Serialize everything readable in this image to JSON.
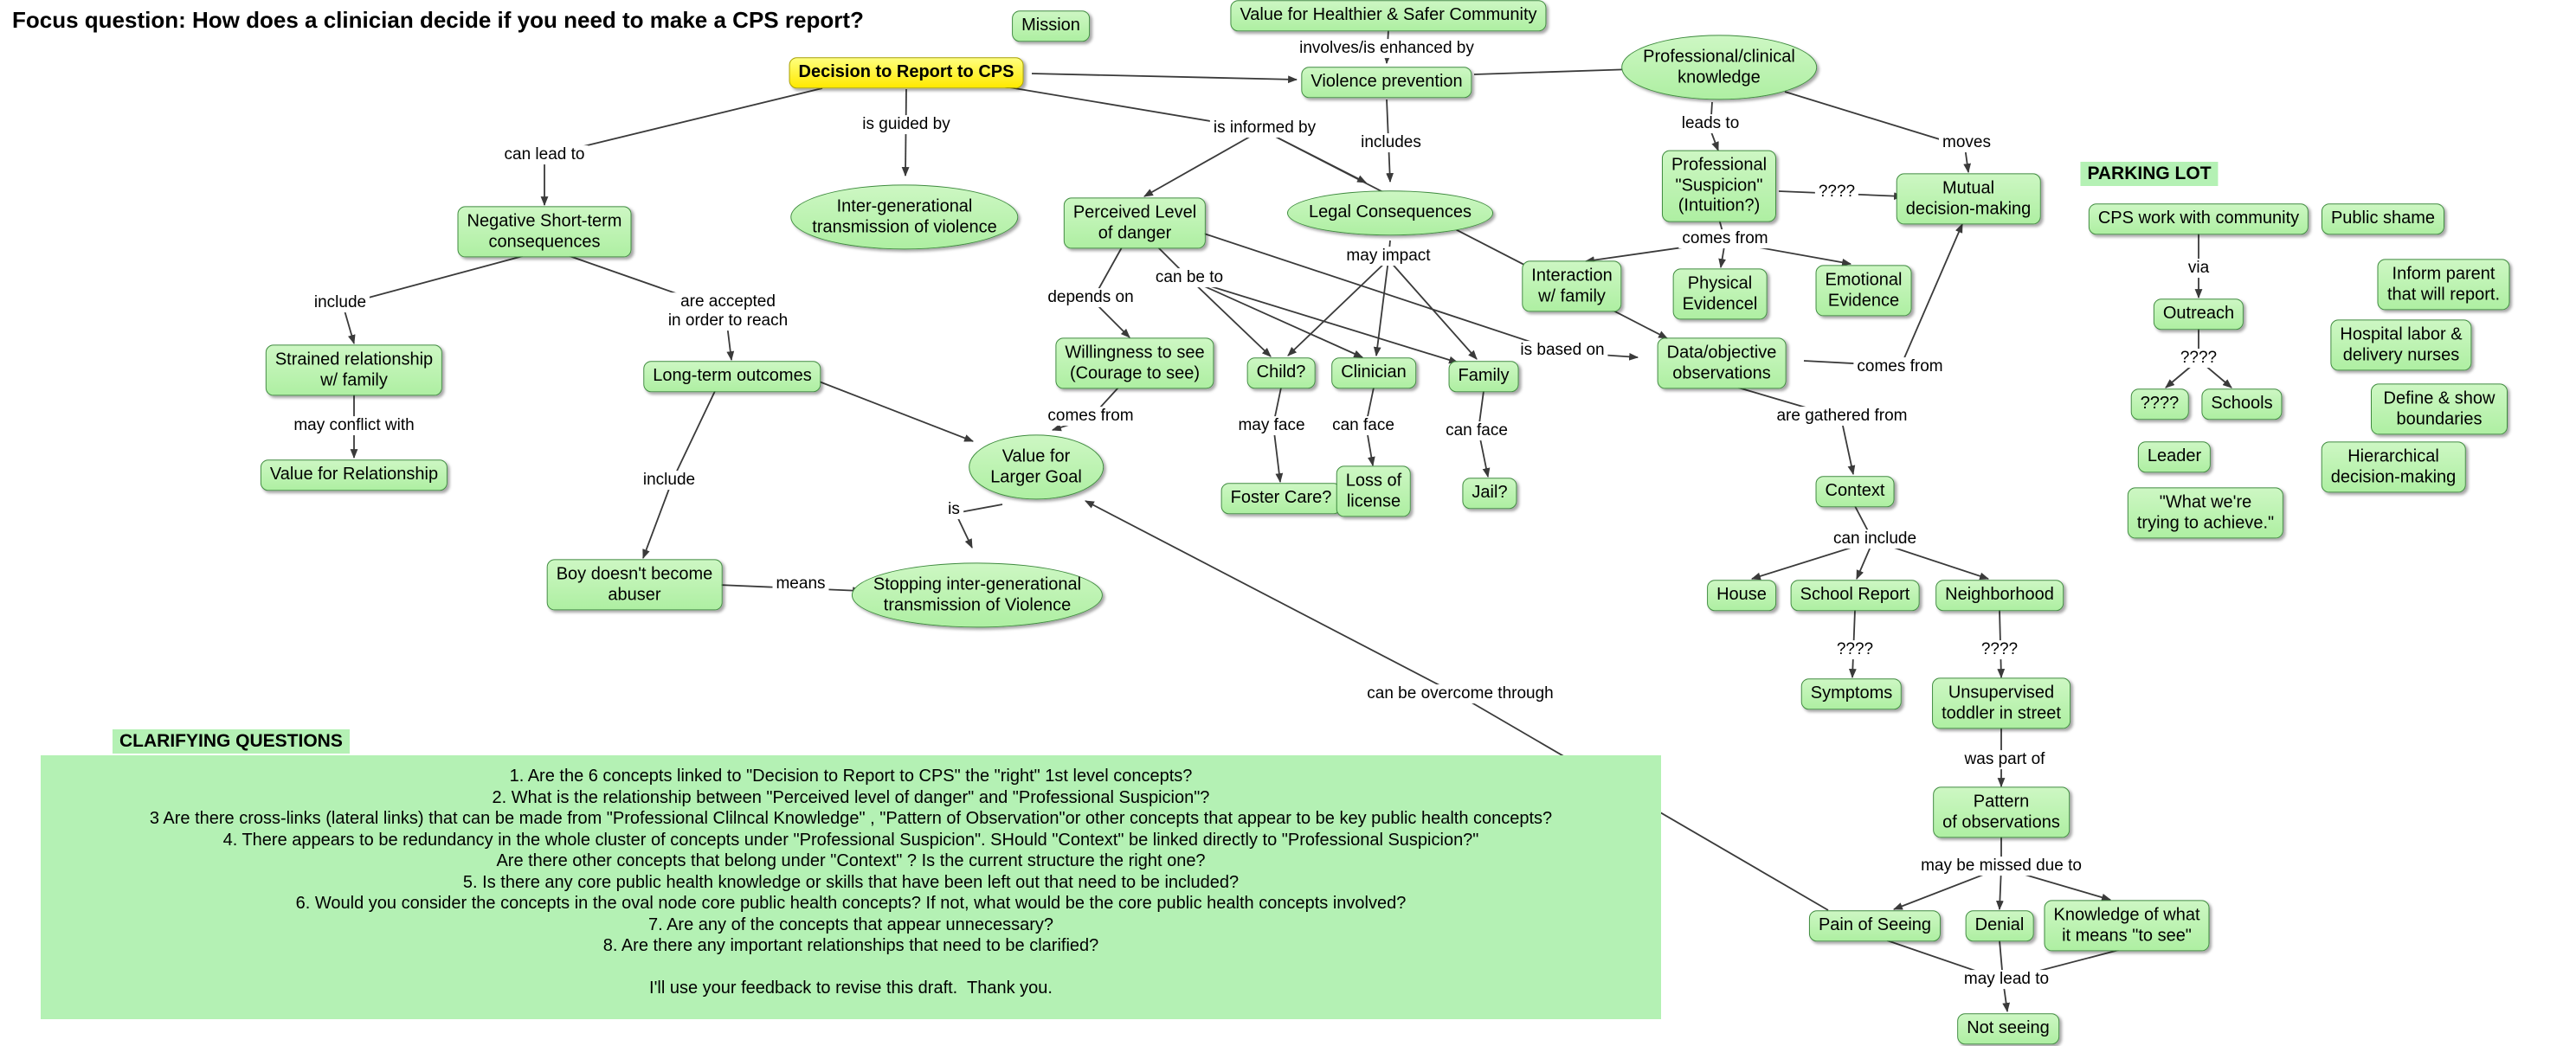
{
  "title": "Focus question: How does a clinician decide if you need to make a CPS report?",
  "headings": {
    "parking_lot": "PARKING LOT",
    "clarifying": "CLARIFYING QUESTIONS"
  },
  "colors": {
    "node_fill": "#aeefa2",
    "node_fill_light": "#cdf7c3",
    "node_border": "#3f8c3f",
    "focus_fill": "#ffe900",
    "focus_fill_light": "#ffff7d",
    "focus_border": "#a8a000",
    "panel": "#b4f1b4",
    "line": "#3a3a3a"
  },
  "nodes": {
    "mission": "Mission",
    "value_healthier": "Value for Healthier & Safer Community",
    "decision": "Decision to Report to CPS",
    "violence_prevention": "Violence prevention",
    "prof_clinical": "Professional/clinical\nknowledge",
    "neg_short_term": "Negative Short-term\nconsequences",
    "inter_gen": "Inter-generational\ntransmission of violence",
    "perceived_level": "Perceived Level\nof danger",
    "legal": "Legal Consequences",
    "prof_suspicion": "Professional\n\"Suspicion\"\n(Intuition?)",
    "mutual": "Mutual\ndecision-making",
    "cps_work": "CPS work with community",
    "public_shame": "Public shame",
    "strained": "Strained relationship\nw/ family",
    "long_term": "Long-term outcomes",
    "willingness": "Willingness to see\n(Courage to see)",
    "child": "Child?",
    "clinician": "Clinician",
    "family": "Family",
    "data_objective": "Data/objective\nobservations",
    "interaction": "Interaction\nw/ family",
    "physical": "Physical\nEvidencel",
    "emotional": "Emotional\nEvidence",
    "value_rel": "Value for Relationship",
    "value_larger": "Value for\nLarger Goal",
    "foster": "Foster Care?",
    "loss_license": "Loss of\nlicense",
    "jail": "Jail?",
    "context": "Context",
    "outreach": "Outreach",
    "inform_parent": "Inform parent that will report.",
    "hospital": "Hospital labor &\ndelivery nurses",
    "pl_unknown": "????",
    "schools": "Schools",
    "define_boundaries": "Define & show boundaries",
    "leader": "Leader",
    "hierarchical": "Hierarchical\ndecision-making",
    "what_trying": "\"What we're\ntrying to achieve.\"",
    "boy": "Boy doesn't become\nabuser",
    "stopping": "Stopping inter-generational\ntransmission of Violence",
    "house": "House",
    "school_report": "School Report",
    "neighborhood": "Neighborhood",
    "symptoms": "Symptoms",
    "unsupervised": "Unsupervised\ntoddler in street",
    "pattern": "Pattern\nof observations",
    "pain": "Pain of Seeing",
    "denial": "Denial",
    "knowledge_see": "Knowledge of what\nit means \"to see\"",
    "not_seeing": "Not seeing"
  },
  "edge_labels": {
    "involves": "involves/is enhanced by",
    "is_guided": "is guided by",
    "is_informed": "is informed by",
    "includes": "includes",
    "leads_to": "leads to",
    "moves": "moves",
    "can_lead": "can lead to",
    "q_suspicion_mutual": "????",
    "comes_from_suspicion": "comes from",
    "include_neg": "include",
    "are_accepted": "are accepted\nin order to reach",
    "depends_on": "depends on",
    "can_be_to": "can be to",
    "may_impact": "may impact",
    "is_based_on": "is based on",
    "comes_from_data": "comes from",
    "may_conflict": "may conflict with",
    "comes_from_will": "comes from",
    "are_gathered": "are gathered from",
    "include_long": "include",
    "may_face": "may face",
    "can_face_clin": "can face",
    "can_face_fam": "can face",
    "is_label": "is",
    "means": "means",
    "can_include": "can include",
    "q_school": "????",
    "q_neighborhood": "????",
    "was_part": "was part of",
    "may_be_missed": "may be missed due to",
    "can_overcome": "can be overcome through",
    "may_lead": "may lead to",
    "via": "via",
    "q_outreach": "????"
  },
  "clarifying": {
    "lines": [
      "1. Are the 6 concepts linked to \"Decision to Report to CPS\" the \"right\" 1st level concepts?",
      "2. What is the relationship between \"Perceived level of danger\" and \"Professional Suspicion\"?",
      "3 Are there cross-links (lateral links) that can be made from \"Professional Clilncal Knowledge\" , \"Pattern of Observation\"or other concepts that appear to be key public health concepts?",
      "4. There appears to be redundancy in the whole cluster of concepts under \"Professional Suspicion\". SHould \"Context\" be linked directly to \"Professional Suspicion?\"",
      "Are there other concepts that belong under \"Context\" ? Is the current structure the right one?",
      "5. Is there any core public health knowledge or skills that have been left out that need to be included?",
      "6. Would you consider the concepts in the oval node core public health concepts? If not, what would be the core public health concepts involved?",
      "7. Are any of the concepts that appear unnecessary?",
      "8. Are there any important relationships that need to be clarified?",
      "",
      "I'll use your feedback to revise this draft.  Thank you."
    ]
  }
}
